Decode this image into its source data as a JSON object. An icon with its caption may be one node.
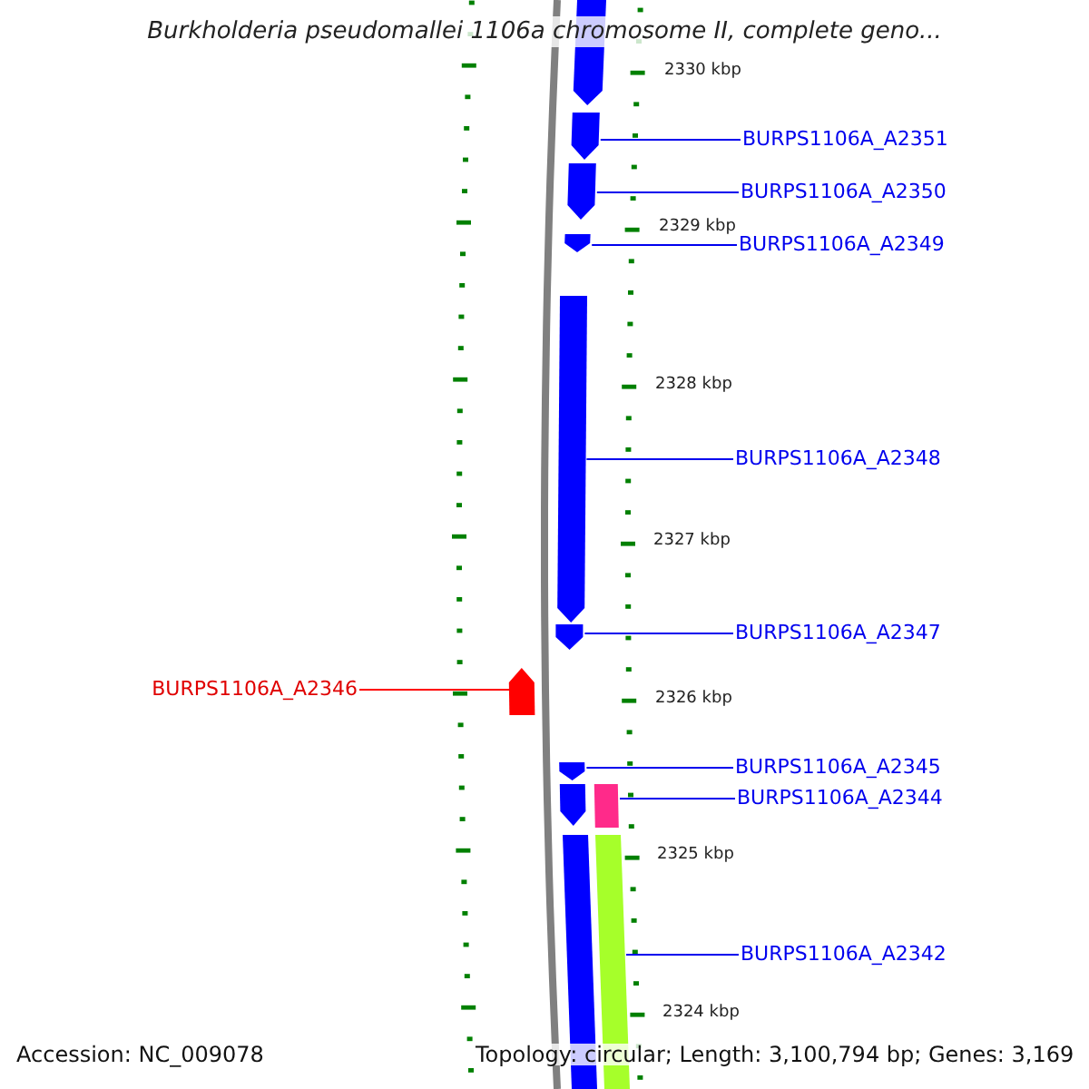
{
  "diagram": {
    "title": "Burkholderia pseudomallei 1106a chromosome II, complete geno...",
    "nodes": [
      {
        "text": [],
        "shape": "pentagon"
      },
      {
        "text": [],
        "shape": "pentagon"
      },
      {
        "text": [],
        "shape": "pentagon"
      },
      {
        "text": [],
        "shape": "pentagon"
      },
      {
        "text": [],
        "shape": "pentagon"
      },
      {
        "text": [],
        "shape": "pentagon"
      },
      {
        "text": [],
        "shape": "pentagon"
      },
      {
        "text": [],
        "shape": "pentagon"
      },
      {
        "text": [],
        "shape": "pentagon"
      },
      {
        "text": [],
        "shape": "bar"
      },
      {
        "text": [],
        "shape": "bar"
      },
      {
        "text": [],
        "shape": "bar"
      },
      {
        "text": [
          "BURPS1106A_A2351"
        ]
      },
      {
        "text": [
          "BURPS1106A_A2350"
        ]
      },
      {
        "text": [
          "BURPS1106A_A2349"
        ]
      },
      {
        "text": [
          "BURPS1106A_A2348"
        ]
      },
      {
        "text": [
          "BURPS1106A_A2347"
        ]
      },
      {
        "text": [
          "BURPS1106A_A2346"
        ]
      },
      {
        "text": [
          "BURPS1106A_A2345"
        ]
      },
      {
        "text": [
          "BURPS1106A_A2344"
        ]
      },
      {
        "text": [
          "BURPS1106A_A2342"
        ]
      }
    ],
    "edges": [
      {
        "from": 12,
        "to": 1,
        "arrow": "none"
      },
      {
        "from": 13,
        "to": 2,
        "arrow": "none"
      },
      {
        "from": 14,
        "to": 3,
        "arrow": "none"
      },
      {
        "from": 15,
        "to": 4,
        "arrow": "none"
      },
      {
        "from": 16,
        "to": 5,
        "arrow": "none"
      },
      {
        "from": 17,
        "to": 6,
        "arrow": "none",
        "color": "#ff0000"
      },
      {
        "from": 18,
        "to": 7,
        "arrow": "none"
      },
      {
        "from": 19,
        "to": 9,
        "arrow": "none"
      },
      {
        "from": 20,
        "to": 11,
        "arrow": "none"
      }
    ],
    "labels": [
      "2330 kbp",
      "2329 kbp",
      "2328 kbp",
      "2327 kbp",
      "2326 kbp",
      "2325 kbp",
      "2324 kbp",
      "Accession: NC_009078",
      "Topology: circular; Length: 3,100,794 bp; Genes: 3,169"
    ]
  }
}
